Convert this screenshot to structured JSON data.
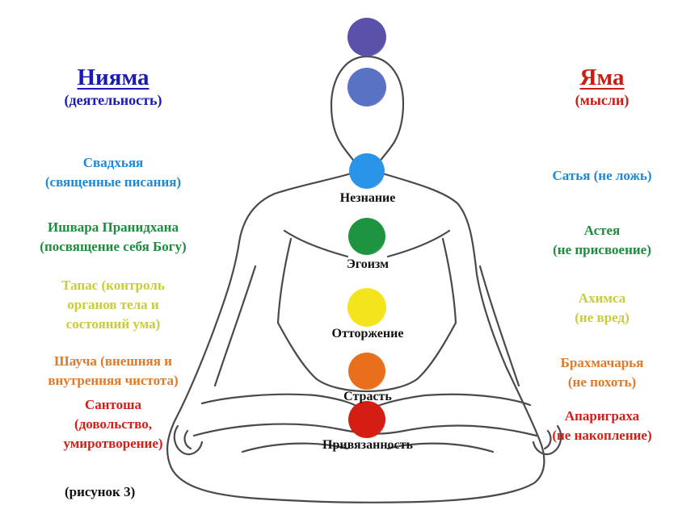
{
  "left": {
    "title": "Нияма",
    "subtitle": "(деятельность)",
    "items": [
      {
        "line1": "Свадхьяя",
        "line2": "(священные писания)",
        "line3": ""
      },
      {
        "line1": "Ишвара Пранидхана",
        "line2": "(посвящение себя Богу)",
        "line3": ""
      },
      {
        "line1": "Тапас (контроль",
        "line2": "органов тела и",
        "line3": "состояний ума)"
      },
      {
        "line1": "Шауча (внешняя и",
        "line2": "внутренняя чистота)",
        "line3": ""
      },
      {
        "line1": "Сантоша",
        "line2": "(довольство,",
        "line3": "умиротворение)"
      }
    ]
  },
  "right": {
    "title": "Яма",
    "subtitle": "(мысли)",
    "items": [
      {
        "line1": "Сатья (не ложь)",
        "line2": ""
      },
      {
        "line1": "Астея",
        "line2": "(не присвоение)"
      },
      {
        "line1": "Ахимса",
        "line2": "(не вред)"
      },
      {
        "line1": "Брахмачарья",
        "line2": "(не похоть)"
      },
      {
        "line1": "Апариграха",
        "line2": "(не накопление)"
      }
    ]
  },
  "chakra_labels": [
    "Незнание",
    "Эгоизм",
    "Отторжение",
    "Страсть",
    "Привязанность"
  ],
  "caption": "(рисунок 3)",
  "colors": {
    "title_left": "#1a1ab4",
    "title_right": "#cc1b10",
    "blue": "#1e88d8",
    "green": "#1e8c3c",
    "yellow": "#c8cc3c",
    "orange": "#e07a28",
    "red": "#d22018",
    "chakra_violet": "#5a52a8",
    "chakra_indigo": "#5a72c4",
    "chakra_blue": "#2a94e8",
    "chakra_green": "#1e9440",
    "chakra_yellow": "#f4e41c",
    "chakra_orange": "#e8701c",
    "chakra_red": "#d41e14"
  }
}
